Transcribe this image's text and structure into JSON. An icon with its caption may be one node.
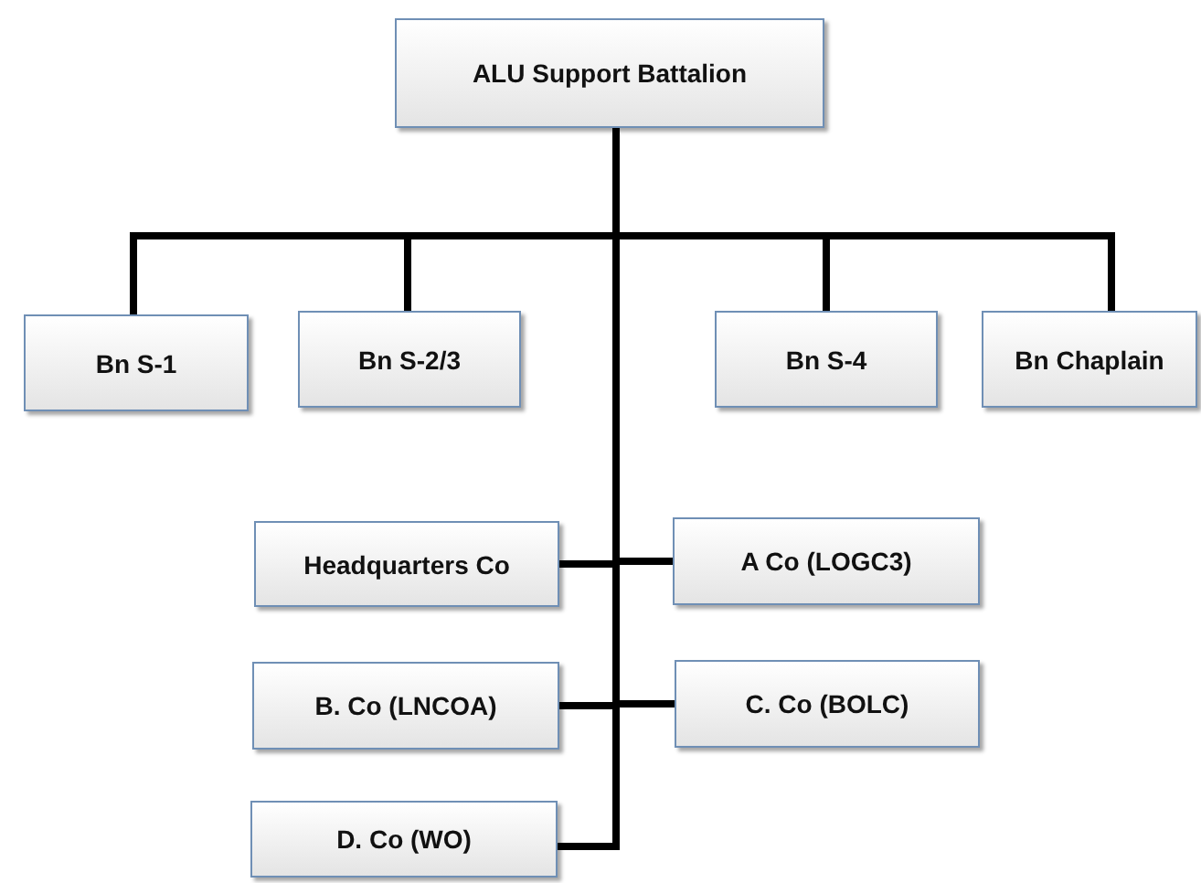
{
  "diagram": {
    "nodes": [
      {
        "text": [
          "ALU Support Battalion"
        ]
      },
      {
        "text": [
          "Bn S-1"
        ]
      },
      {
        "text": [
          "Bn S-2/3"
        ]
      },
      {
        "text": [
          "Bn S-4"
        ]
      },
      {
        "text": [
          "Bn Chaplain"
        ]
      },
      {
        "text": [
          "Headquarters Co"
        ]
      },
      {
        "text": [
          "A Co (LOGC3)"
        ]
      },
      {
        "text": [
          "B. Co (LNCOA)"
        ]
      },
      {
        "text": [
          "C. Co (BOLC)"
        ]
      },
      {
        "text": [
          "D. Co (WO)"
        ]
      }
    ],
    "edges": [
      {
        "from": 0,
        "to": 1,
        "arrow": "none"
      },
      {
        "from": 0,
        "to": 2,
        "arrow": "none"
      },
      {
        "from": 0,
        "to": 3,
        "arrow": "none"
      },
      {
        "from": 0,
        "to": 4,
        "arrow": "none"
      },
      {
        "from": 0,
        "to": 5,
        "arrow": "none"
      },
      {
        "from": 0,
        "to": 6,
        "arrow": "none"
      },
      {
        "from": 0,
        "to": 7,
        "arrow": "none"
      },
      {
        "from": 0,
        "to": 8,
        "arrow": "none"
      },
      {
        "from": 0,
        "to": 9,
        "arrow": "none"
      }
    ]
  }
}
